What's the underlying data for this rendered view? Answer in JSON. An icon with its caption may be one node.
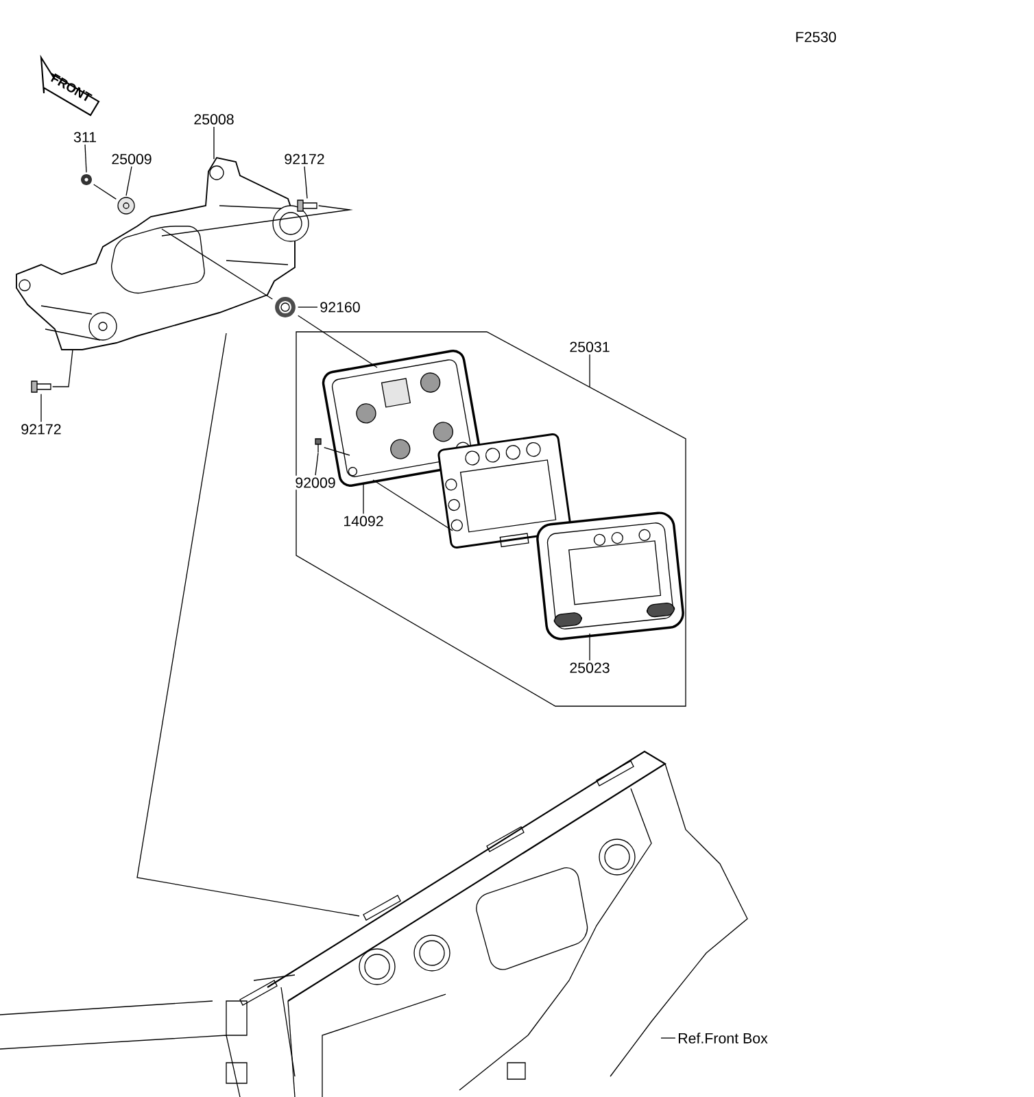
{
  "diagram": {
    "nodes": [
      {
        "text": [
          "311"
        ]
      },
      {
        "text": [],
        "shape": "picture"
      },
      {
        "text": [
          "25009"
        ]
      },
      {
        "text": [],
        "shape": "picture"
      },
      {
        "text": [
          "25008"
        ]
      },
      {
        "text": [],
        "shape": "picture"
      },
      {
        "text": [
          "92172"
        ]
      },
      {
        "text": [],
        "shape": "picture"
      },
      {
        "text": [
          "92160"
        ]
      },
      {
        "text": [],
        "shape": "picture"
      },
      {
        "text": [
          "92172"
        ]
      },
      {
        "text": [],
        "shape": "picture"
      },
      {
        "text": [
          "25031"
        ]
      },
      {
        "text": [],
        "shape": "box"
      },
      {
        "text": [
          "92009"
        ],
        "in": 13
      },
      {
        "text": [],
        "shape": "picture",
        "in": 13
      },
      {
        "text": [
          "14092"
        ],
        "in": 13
      },
      {
        "text": [],
        "shape": "picture",
        "in": 13
      },
      {
        "text": [],
        "shape": "picture",
        "in": 13
      },
      {
        "text": [],
        "shape": "picture",
        "in": 13
      },
      {
        "text": [
          "25023"
        ],
        "in": 13
      },
      {
        "text": [],
        "shape": "picture"
      },
      {
        "text": [
          "Ref.Front Box"
        ]
      }
    ],
    "edges": [
      {
        "from": 0,
        "to": 1,
        "arrow": "none"
      },
      {
        "from": 2,
        "to": 3,
        "arrow": "none"
      },
      {
        "from": 1,
        "to": 3,
        "arrow": "none"
      },
      {
        "from": 4,
        "to": 5,
        "arrow": "none"
      },
      {
        "from": 6,
        "to": 7,
        "arrow": "none"
      },
      {
        "from": 7,
        "to": 5,
        "arrow": "none"
      },
      {
        "from": 8,
        "to": 9,
        "arrow": "none"
      },
      {
        "from": 5,
        "to": 9,
        "arrow": "none"
      },
      {
        "from": 10,
        "to": 11,
        "arrow": "none"
      },
      {
        "from": 11,
        "to": 5,
        "arrow": "none"
      },
      {
        "from": 9,
        "to": 17,
        "arrow": "none"
      },
      {
        "from": 12,
        "to": 13,
        "arrow": "none"
      },
      {
        "from": 14,
        "to": 15,
        "arrow": "none"
      },
      {
        "from": 15,
        "to": 17,
        "arrow": "none"
      },
      {
        "from": 16,
        "to": 17,
        "arrow": "none"
      },
      {
        "from": 17,
        "to": 18,
        "arrow": "none"
      },
      {
        "from": 20,
        "to": 19,
        "arrow": "none"
      },
      {
        "from": 5,
        "to": 21,
        "arrow": "none"
      },
      {
        "from": 22,
        "to": 21,
        "arrow": "none"
      }
    ],
    "labels": [
      "F2530",
      "FRONT"
    ]
  }
}
